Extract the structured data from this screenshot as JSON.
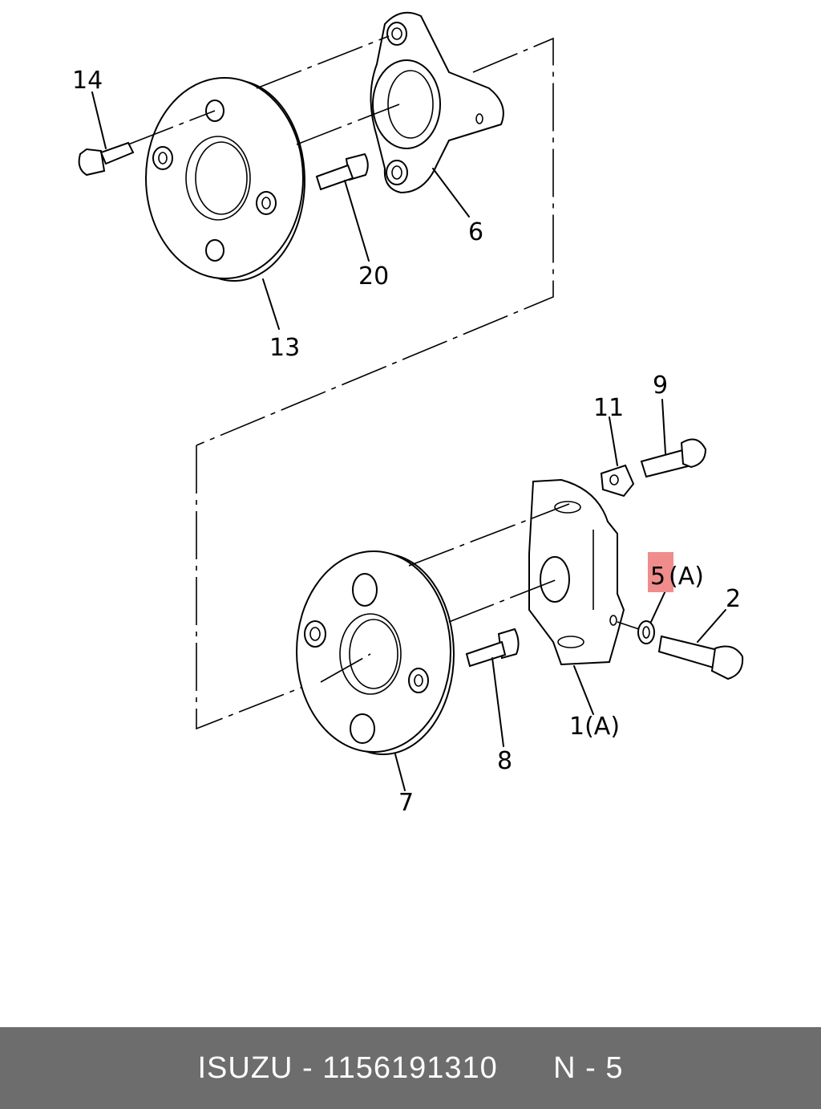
{
  "callouts": {
    "p14": "14",
    "p6": "6",
    "p20": "20",
    "p13": "13",
    "p11": "11",
    "p9": "9",
    "p5": "5",
    "p5_suffix": "(A)",
    "p2": "2",
    "p1": "1(A)",
    "p8": "8",
    "p7": "7"
  },
  "highlight_color": "#f08c8c",
  "footer": {
    "brand": "ISUZU",
    "separator": "-",
    "part_number": "1156191310",
    "position": "N - 5"
  },
  "colors": {
    "footer_bg": "#6d6d6d",
    "footer_text": "#ffffff"
  }
}
